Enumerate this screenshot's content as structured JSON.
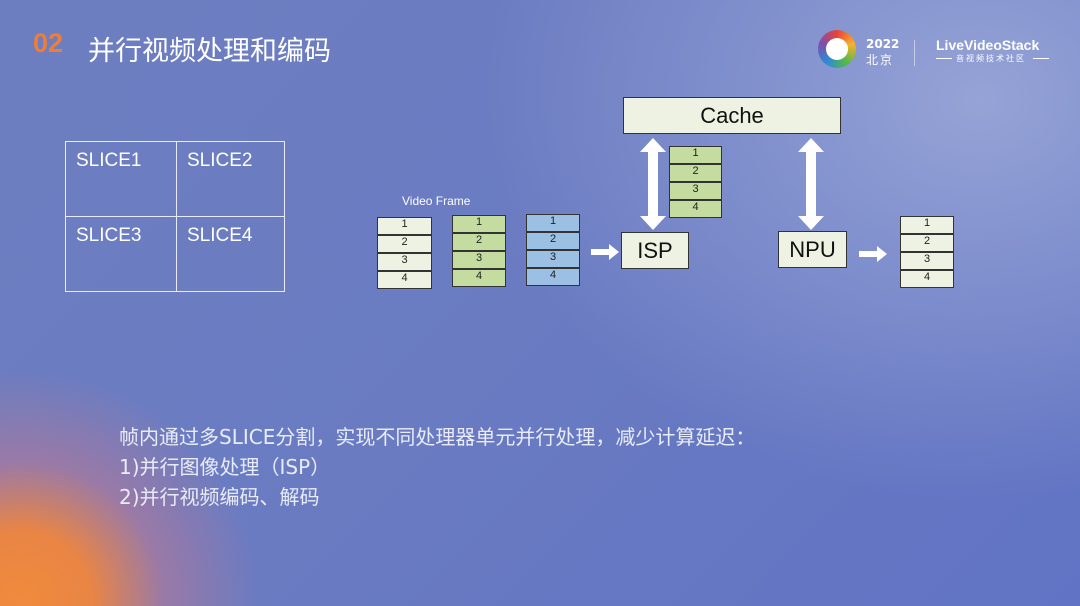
{
  "header": {
    "number": "02",
    "title": "并行视频处理和编码"
  },
  "logos": {
    "year": "2022",
    "city": "北京",
    "brand": "LiveVideoStack",
    "brand_sub": "音视频技术社区"
  },
  "slices": [
    "SLICE1",
    "SLICE2",
    "SLICE3",
    "SLICE4"
  ],
  "diagram": {
    "video_frame_label": "Video Frame",
    "rows": [
      "1",
      "2",
      "3",
      "4"
    ],
    "cache_label": "Cache",
    "isp_label": "ISP",
    "npu_label": "NPU",
    "colors": {
      "white_block": "#eef2e2",
      "green_block": "#c4dca0",
      "blue_block": "#9cc0e4"
    }
  },
  "body": {
    "line1": "帧内通过多SLICE分割，实现不同处理器单元并行处理，减少计算延迟：",
    "line2": "1)并行图像处理（ISP）",
    "line3": "2)并行视频编码、解码"
  }
}
